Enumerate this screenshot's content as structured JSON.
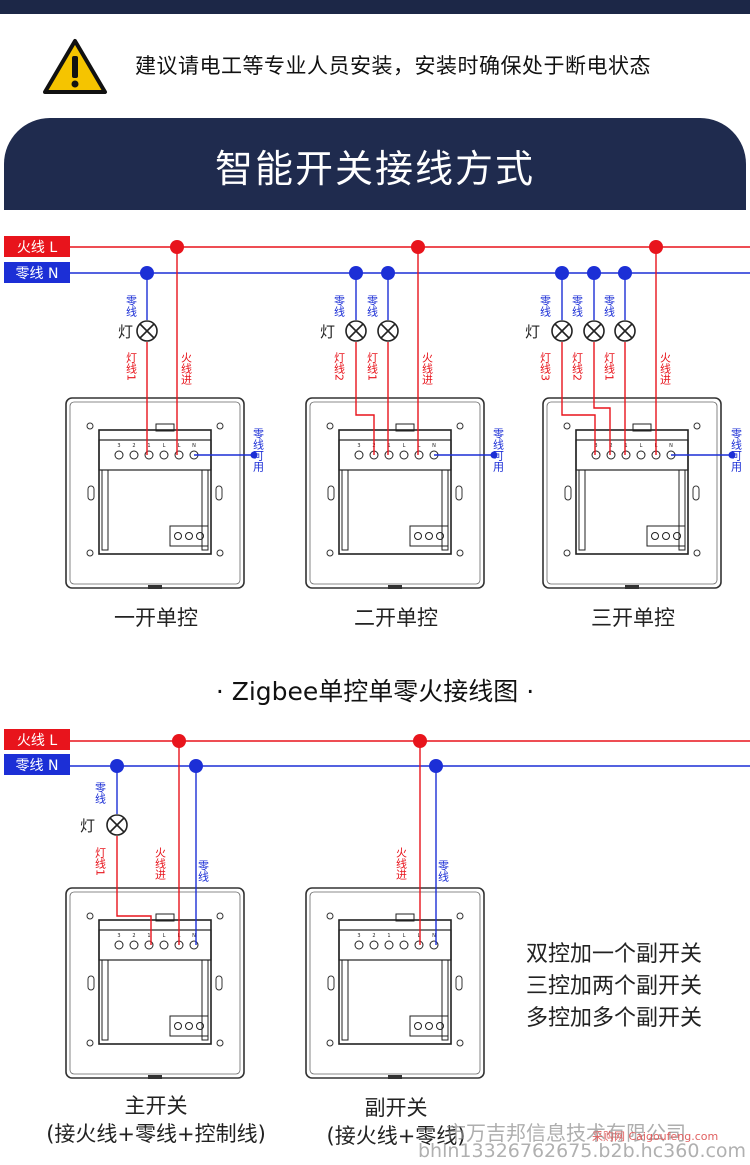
{
  "header": {
    "warning_text": "建议请电工等专业人员安装，安装时确保处于断电状态",
    "banner_title": "智能开关接线方式"
  },
  "wires": {
    "live": "火线 L",
    "neutral": "零线 N"
  },
  "wire_labels": {
    "lamp": "灯",
    "neutral_v": "零线",
    "live_in_v": "火线进",
    "lamp1_v": "灯线1",
    "lamp2_v": "灯线2",
    "lamp3_v": "灯线3",
    "neutral_optional_v": "零线可用"
  },
  "terminals": [
    "3",
    "2",
    "1",
    "L",
    "L",
    "N"
  ],
  "switch_labels": {
    "one_gang": "一开单控",
    "two_gang": "二开单控",
    "three_gang": "三开单控",
    "main": "主开关",
    "main_sub": "(接火线+零线+控制线)",
    "aux": "副开关",
    "aux_sub": "(接火线+零线)"
  },
  "section2": {
    "title": "· Zigbee单控单零火接线图 ·",
    "notes": [
      "双控加一个副开关",
      "三控加两个副开关",
      "多控加多个副开关"
    ]
  },
  "watermarks": {
    "company": "市万吉邦信息技术有限公司",
    "contact": "bhln13326762675.b2b.hc360.com",
    "site": "采购网 Caigoufeng.com"
  },
  "colors": {
    "live": "#e8141c",
    "neutral": "#1c2fd6",
    "banner": "#1f2b4e",
    "warning": "#f5c400"
  }
}
